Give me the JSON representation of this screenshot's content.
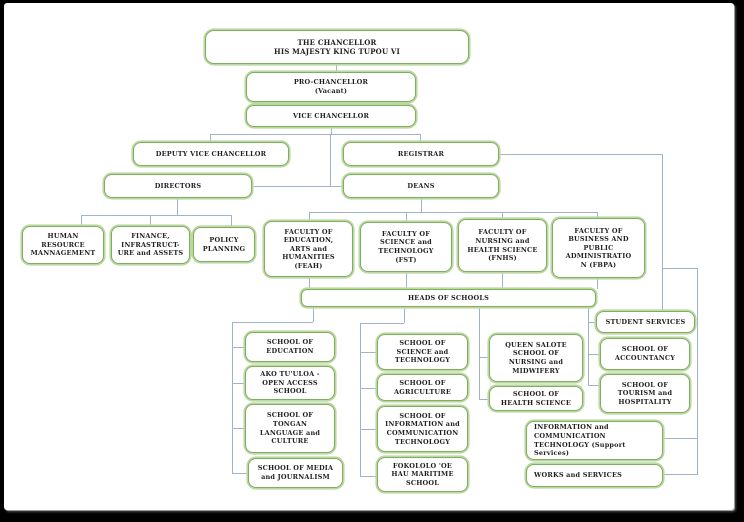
{
  "colors": {
    "frame_bg": "#000000",
    "page_bg": "#ffffff",
    "box_border": "#7fae5e",
    "box_border_outer": "#bcd8a3",
    "connector": "#9fb3cd",
    "text": "#1f1f1f"
  },
  "nodes": {
    "chancellor": {
      "label": "THE CHANCELLOR\nHIS MAJESTY KING TUPOU VI"
    },
    "pro_chancellor": {
      "label": "PRO-CHANCELLOR\n(Vacant)"
    },
    "vice_chancellor": {
      "label": "VICE CHANCELLOR"
    },
    "deputy_vice_chancellor": {
      "label": "DEPUTY VICE CHANCELLOR"
    },
    "registrar": {
      "label": "REGISTRAR"
    },
    "directors": {
      "label": "DIRECTORS"
    },
    "deans": {
      "label": "DEANS"
    },
    "human_resource": {
      "label": "HUMAN\nRESOURCE\nMANNAGEMENT"
    },
    "finance": {
      "label": "FINANCE,\nINFRASTRUCT-\nURE and ASSETS"
    },
    "policy_planning": {
      "label": "POLICY\nPLANNING"
    },
    "feah": {
      "label": "FACULTY OF\nEDUCATION,\nARTS and\nHUMANITIES\n(FEAH)"
    },
    "fst": {
      "label": "FACULTY OF\nSCIENCE and\nTECHNOLOGY\n(FST)"
    },
    "fnhs": {
      "label": "FACULTY OF\nNURSING and\nHEALTH SCIENCE\n(FNHS)"
    },
    "fbpa": {
      "label": "FACULTY OF\nBUSINESS AND\nPUBLIC\nADMINISTRATIO\nN (FBPA)"
    },
    "heads_of_schools": {
      "label": "HEADS OF SCHOOLS"
    },
    "school_education": {
      "label": "SCHOOL OF\nEDUCATION"
    },
    "ako_tuuloa": {
      "label": "AKO TU'ULOA -\nOPEN ACCESS\nSCHOOL"
    },
    "school_tongan": {
      "label": "SCHOOL OF\nTONGAN\nLANGUAGE and\nCULTURE"
    },
    "school_media": {
      "label": "SCHOOL OF MEDIA\nand JOURNALISM"
    },
    "school_science_tech": {
      "label": "SCHOOL OF\nSCIENCE and\nTECHNOLOGY"
    },
    "school_agriculture": {
      "label": "SCHOOL OF\nAGRICULTURE"
    },
    "school_ict": {
      "label": "SCHOOL OF\nINFORMATION and\nCOMMUNICATION\nTECHNOLOGY"
    },
    "fokololo": {
      "label": "FOKOLOLO 'OE\nHAU MARITIME\nSCHOOL"
    },
    "queen_salote": {
      "label": "QUEEN SALOTE\nSCHOOL OF\nNURSING and\nMIDWIFERY"
    },
    "school_health": {
      "label": "SCHOOL OF\nHEALTH SCIENCE"
    },
    "student_services": {
      "label": "STUDENT SERVICES"
    },
    "school_accountancy": {
      "label": "SCHOOL OF\nACCOUNTANCY"
    },
    "school_tourism": {
      "label": "SCHOOL OF\nTOURISM and\nHOSPITALITY"
    },
    "ict_support": {
      "label": "INFORMATION and\nCOMMUNICATION\nTECHNOLOGY (Support Services)"
    },
    "works_services": {
      "label": "WORKS and SERVICES"
    }
  }
}
